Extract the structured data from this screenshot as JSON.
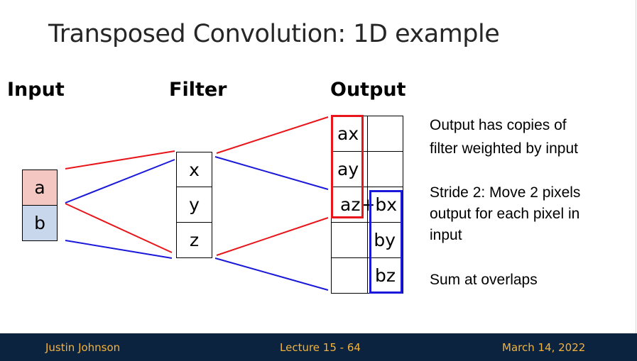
{
  "title": "Transposed Convolution: 1D example",
  "headings": {
    "input": "Input",
    "filter": "Filter",
    "output": "Output"
  },
  "input_values": [
    "a",
    "b"
  ],
  "filter_values": [
    "x",
    "y",
    "z"
  ],
  "output_cells": [
    "ax",
    "ay",
    "az+bx",
    "by",
    "bz"
  ],
  "notes": [
    "Output has copies of",
    "filter weighted by input",
    "Stride 2: Move 2 pixels",
    "output for each pixel in",
    "input",
    "Sum at overlaps"
  ],
  "colors": {
    "first_copy": "#e8161b",
    "second_copy": "#1a18d9",
    "footer_bg": "#0c2340",
    "footer_text": "#f2b33d"
  },
  "footer": {
    "author": "Justin Johnson",
    "lecture": "Lecture 15 -  64",
    "date": "March 14, 2022"
  }
}
